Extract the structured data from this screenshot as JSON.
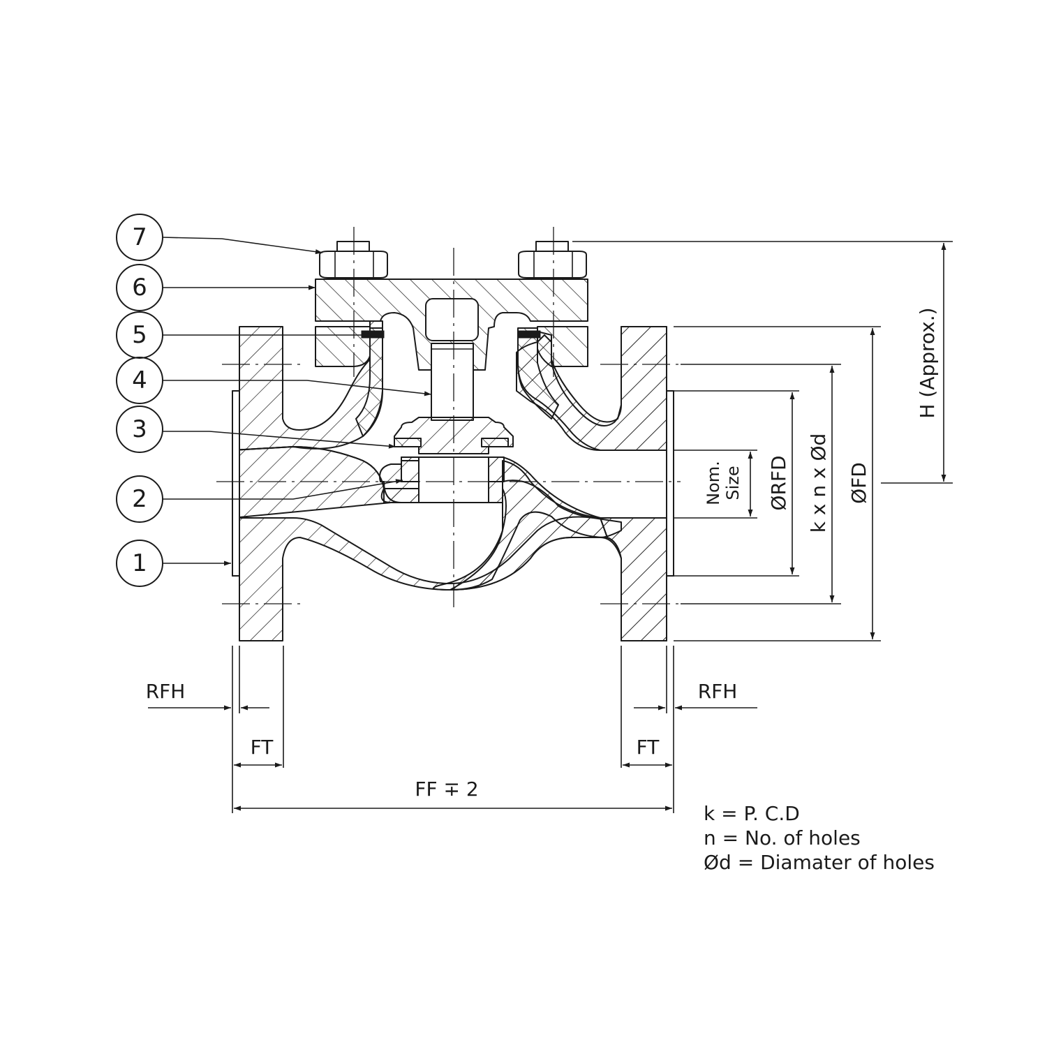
{
  "callouts": [
    {
      "number": "7"
    },
    {
      "number": "6"
    },
    {
      "number": "5"
    },
    {
      "number": "4"
    },
    {
      "number": "3"
    },
    {
      "number": "2"
    },
    {
      "number": "1"
    }
  ],
  "dimensions": {
    "height": "H (Approx.)",
    "flange_diameter": "ØFD",
    "pcd_holes": "k x n x Ød",
    "raised_face_diameter": "ØRFD",
    "nominal_size_line1": "Nom.",
    "nominal_size_line2": "Size",
    "rfh_left": "RFH",
    "rfh_right": "RFH",
    "ft_left": "FT",
    "ft_right": "FT",
    "face_to_face": "FF ∓ 2"
  },
  "legend": [
    "k = P. C.D",
    "n = No. of holes",
    "Ød = Diamater of holes"
  ],
  "colors": {
    "line": "#1a1a1a",
    "background": "#ffffff"
  }
}
